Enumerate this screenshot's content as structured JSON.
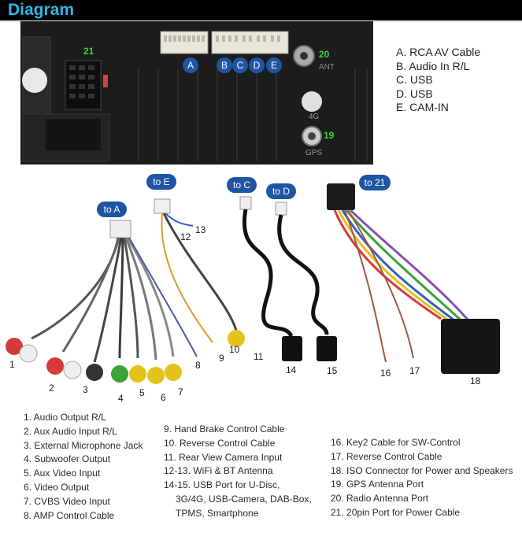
{
  "header": {
    "title": "Diagram"
  },
  "connector_legend": [
    "A. RCA AV Cable",
    "B. Audio In R/L",
    "C. USB",
    "D. USB",
    "E. CAM-IN"
  ],
  "unit_labels": {
    "a": "A",
    "b": "B",
    "c": "C",
    "d": "D",
    "e": "E",
    "n21": "21",
    "n20": "20",
    "n19": "19",
    "ant": "ANT",
    "g4": "4G",
    "gps": "GPS"
  },
  "cable_badges": {
    "to_a": "to A",
    "to_e": "to E",
    "to_c": "to C",
    "to_d": "to D",
    "to_21": "to 21"
  },
  "cable_numbers": [
    "1",
    "2",
    "3",
    "4",
    "5",
    "6",
    "7",
    "8",
    "9",
    "10",
    "11",
    "12",
    "13",
    "14",
    "15",
    "16",
    "17",
    "18"
  ],
  "legend_col1": [
    "1. Audio Output R/L",
    "2. Aux Audio Input R/L",
    "3. External Microphone Jack",
    "4. Subwoofer Output",
    "5. Aux Video Input",
    "6. Video Output",
    "7. CVBS Video Input",
    "8. AMP Control Cable"
  ],
  "legend_col2": [
    "9. Hand Brake Control Cable",
    "10. Reverse Control Cable",
    "11. Rear View Camera Input",
    "12-13. WiFi & BT Antenna",
    "14-15. USB Port for U-Disc,",
    "3G/4G, USB-Camera, DAB-Box,",
    "TPMS, Smartphone"
  ],
  "legend_col3": [
    "16. Key2 Cable for SW-Control",
    "17. Reverse Control Cable",
    "18. ISO Connector for Power and Speakers",
    "19. GPS Antenna Port",
    "20. Radio Antenna Port",
    "21. 20pin Port for Power Cable"
  ],
  "colors": {
    "header_bg": "#000000",
    "header_text": "#2fb5e8",
    "badge": "#1f55a5",
    "port_number": "#37d43a",
    "unit_body": "#1b1b1b"
  }
}
